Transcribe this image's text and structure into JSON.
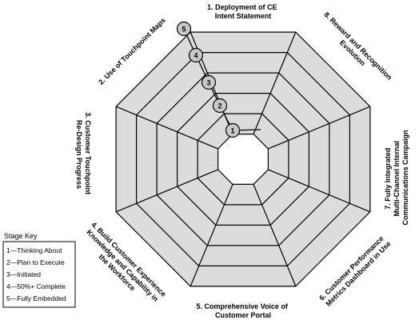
{
  "diagram": {
    "rings": 5,
    "colors": {
      "band": "#dcdcdc",
      "center": "#ffffff",
      "stroke": "#000000",
      "marker": "#c8c8c8"
    },
    "axes": [
      {
        "id": "1",
        "lines": [
          "1. Deployment of CE",
          "Intent Statement"
        ]
      },
      {
        "id": "8",
        "lines": [
          "8. Reward and Recognition",
          "Evolution"
        ]
      },
      {
        "id": "7",
        "lines": [
          "7. Fully Integrated",
          "Multi-Channel Internal",
          "Communications Campaign"
        ]
      },
      {
        "id": "6",
        "lines": [
          "6. Customer Performance",
          "Metrics Dashboard in Use"
        ]
      },
      {
        "id": "5",
        "lines": [
          "5. Comprehensive Voice of",
          "Customer Portal"
        ]
      },
      {
        "id": "4",
        "lines": [
          "4. Build Customer Experience",
          "Knowledge and Capability in",
          "the Workforce"
        ]
      },
      {
        "id": "3",
        "lines": [
          "3. Customer Touchpoint",
          "Re-Design Progress"
        ]
      },
      {
        "id": "2",
        "lines": [
          "2. Use of Touchpoint Maps"
        ]
      }
    ],
    "markers": [
      "1",
      "2",
      "3",
      "4",
      "5"
    ],
    "stage_key": {
      "title": "Stage Key",
      "items": [
        "1—Thinking About",
        "2—Plan to Execute",
        "3—Initiated",
        "4—50%+ Complete",
        "5—Fully Embedded"
      ]
    }
  }
}
